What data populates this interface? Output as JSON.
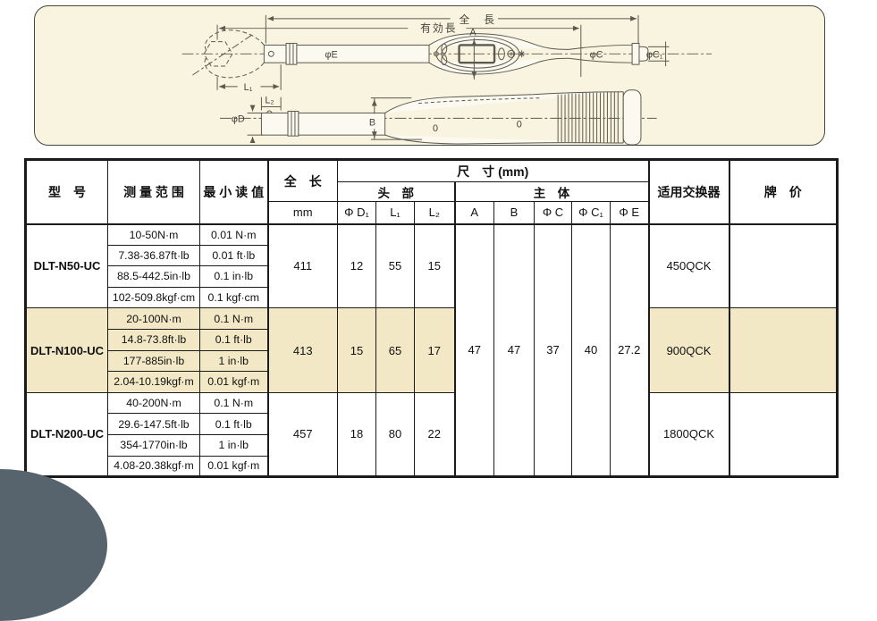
{
  "colors": {
    "panel_background": "#f8f4e0",
    "highlight_row": "#f2e8c5",
    "table_border": "#1b1b1b",
    "drawing_line": "#5c594e",
    "corner_badge": "#57646e"
  },
  "diagram": {
    "labels": {
      "total_length": "全　長",
      "effective_length": "有効長",
      "a": "A",
      "phi_e": "φE",
      "phi_c": "φC",
      "phi_c1": "φC₁",
      "l1": "L₁",
      "l2": "L₂",
      "phi_d": "φD",
      "b": "B",
      "zero_left": "0",
      "zero_right": "0"
    }
  },
  "table": {
    "headers": {
      "model": "型　号",
      "range": "测 量 范 围",
      "min_reading": "最 小 读 值",
      "total_length": "全　长",
      "total_length_unit": "mm",
      "dimensions": "尺　寸  (mm)",
      "head": "头　部",
      "body": "主　体",
      "phi_d1": "Φ D₁",
      "l1": "L₁",
      "l2": "L₂",
      "a": "A",
      "b": "B",
      "phi_c": "Φ C",
      "phi_c1": "Φ C₁",
      "phi_e": "Φ E",
      "adapter": "适用交换器",
      "price": "牌　价"
    },
    "shared": {
      "a": "47",
      "b": "47",
      "phi_c": "37",
      "phi_c1": "40",
      "phi_e": "27.2"
    },
    "models": [
      {
        "name": "DLT-N50-UC",
        "total_length": "411",
        "phi_d1": "12",
        "l1": "55",
        "l2": "15",
        "adapter": "450QCK",
        "price": "",
        "rows": [
          {
            "range": "10-50N·m",
            "min": "0.01 N·m"
          },
          {
            "range": "7.38-36.87ft·lb",
            "min": "0.01 ft·lb"
          },
          {
            "range": "88.5-442.5in·lb",
            "min": "0.1 in·lb"
          },
          {
            "range": "102-509.8kgf·cm",
            "min": "0.1 kgf·cm"
          }
        ]
      },
      {
        "name": "DLT-N100-UC",
        "total_length": "413",
        "phi_d1": "15",
        "l1": "65",
        "l2": "17",
        "adapter": "900QCK",
        "price": "",
        "rows": [
          {
            "range": "20-100N·m",
            "min": "0.1 N·m"
          },
          {
            "range": "14.8-73.8ft·lb",
            "min": "0.1 ft·lb"
          },
          {
            "range": "177-885in·lb",
            "min": "1 in·lb"
          },
          {
            "range": "2.04-10.19kgf·m",
            "min": "0.01 kgf·m"
          }
        ]
      },
      {
        "name": "DLT-N200-UC",
        "total_length": "457",
        "phi_d1": "18",
        "l1": "80",
        "l2": "22",
        "adapter": "1800QCK",
        "price": "",
        "rows": [
          {
            "range": "40-200N·m",
            "min": "0.1 N·m"
          },
          {
            "range": "29.6-147.5ft·lb",
            "min": "0.1 ft·lb"
          },
          {
            "range": "354-1770in·lb",
            "min": "1 in·lb"
          },
          {
            "range": "4.08-20.38kgf·m",
            "min": "0.01 kgf·m"
          }
        ]
      }
    ]
  }
}
